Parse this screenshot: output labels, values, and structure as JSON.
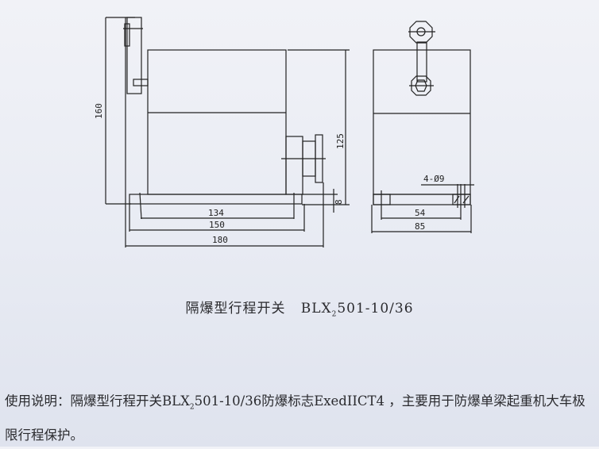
{
  "drawing": {
    "dimensions": {
      "height_total": "160",
      "height_body": "125",
      "base_thickness": "8",
      "hole_spacing": "134",
      "base_length": "150",
      "overall_length": "180",
      "hole_spacing_width": "54",
      "overall_width": "85",
      "holes": "4-Ø9"
    }
  },
  "caption": {
    "name": "隔爆型行程开关",
    "model_prefix": "BLX",
    "model_sub": "2",
    "model_suffix": "501-10/36"
  },
  "description": {
    "label": "使用说明：",
    "text_a": "隔爆型行程开关BLX",
    "sub": "2",
    "text_b": "501-10/36防爆标志ExedIICT4 ，主要用于防爆单梁起重机大车极限行程保护。"
  }
}
